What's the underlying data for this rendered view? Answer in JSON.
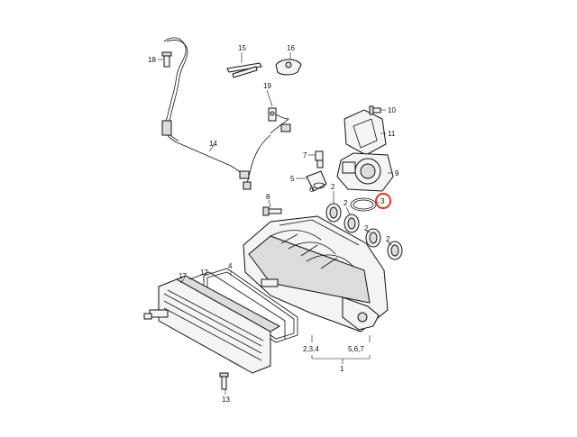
{
  "callouts": [
    {
      "id": "c18",
      "label": "18"
    },
    {
      "id": "c15",
      "label": "15"
    },
    {
      "id": "c16",
      "label": "16"
    },
    {
      "id": "c19",
      "label": "19"
    },
    {
      "id": "c10",
      "label": "10"
    },
    {
      "id": "c11",
      "label": "11"
    },
    {
      "id": "c14",
      "label": "14"
    },
    {
      "id": "c7",
      "label": "7"
    },
    {
      "id": "c9",
      "label": "9"
    },
    {
      "id": "c5",
      "label": "5"
    },
    {
      "id": "c6",
      "label": "6"
    },
    {
      "id": "c3",
      "label": "3"
    },
    {
      "id": "c8",
      "label": "8"
    },
    {
      "id": "c2a",
      "label": "2"
    },
    {
      "id": "c2b",
      "label": "2"
    },
    {
      "id": "c2c",
      "label": "2"
    },
    {
      "id": "c2d",
      "label": "2"
    },
    {
      "id": "c17",
      "label": "17"
    },
    {
      "id": "c12",
      "label": "12"
    },
    {
      "id": "c4",
      "label": "4"
    },
    {
      "id": "c13",
      "label": "13"
    },
    {
      "id": "c234",
      "label": "2,3,4"
    },
    {
      "id": "c567",
      "label": "5,6,7"
    },
    {
      "id": "c1",
      "label": "1"
    }
  ],
  "highlight": {
    "label": "3",
    "color": "#e8301e"
  }
}
